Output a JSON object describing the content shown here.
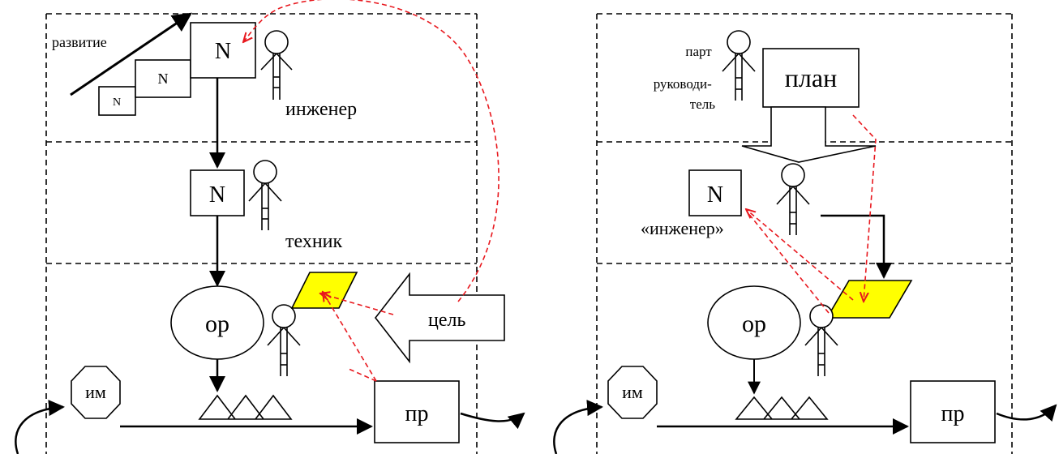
{
  "colors": {
    "stroke": "#000000",
    "feedback": "#e8181e",
    "goal_fill": "#ffff00",
    "background": "#ffffff"
  },
  "left": {
    "development_label": "развитие",
    "n_small": "N",
    "n_medium": "N",
    "n_large": "N",
    "engineer_label": "инженер",
    "n_tech": "N",
    "technician_label": "техник",
    "operation": "ор",
    "goal_label": "цель",
    "input": "им",
    "output": "пр"
  },
  "right": {
    "party_leader_label": [
      "парт",
      "руководи-",
      "тель"
    ],
    "plan_label": "план",
    "n_box": "N",
    "engineer_label": "«инженер»",
    "operation": "ор",
    "input": "им",
    "output": "пр"
  }
}
